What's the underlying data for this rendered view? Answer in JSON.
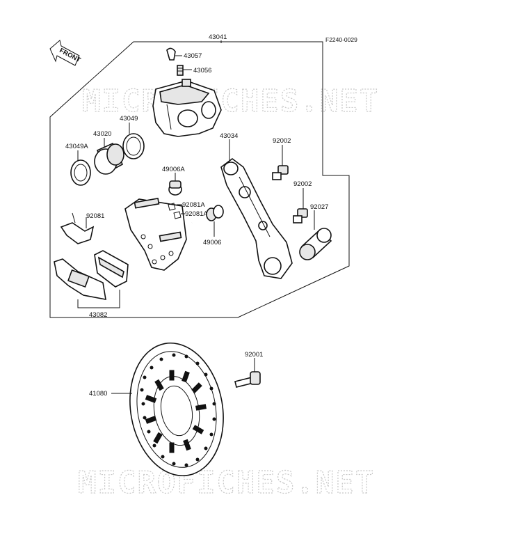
{
  "diagram": {
    "figure_code": "F2240-0029",
    "front_label": "FRONT",
    "watermark": "MICROFICHES.NET",
    "labels": {
      "p43041": "43041",
      "p43057": "43057",
      "p43056": "43056",
      "p43049": "43049",
      "p43020": "43020",
      "p43049A": "43049A",
      "p43034": "43034",
      "p92002a": "92002",
      "p92002b": "92002",
      "p92027": "92027",
      "p49006A": "49006A",
      "p92081A_1": "92081A",
      "p92081A_2": "92081A",
      "p92081": "92081",
      "p49006": "49006",
      "p43082": "43082",
      "p92001": "92001",
      "p41080": "41080"
    }
  }
}
